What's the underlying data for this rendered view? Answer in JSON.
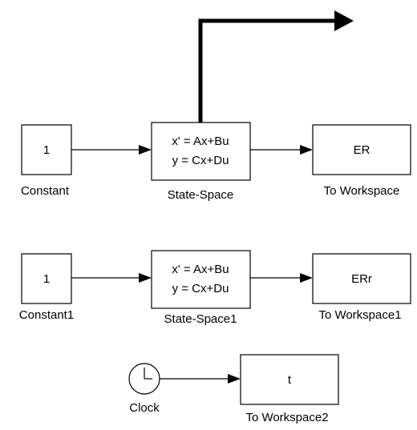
{
  "diagram": {
    "blocks": {
      "constant": {
        "value": "1",
        "label": "Constant"
      },
      "state_space": {
        "line1": "x' = Ax+Bu",
        "line2": "y = Cx+Du",
        "label": "State-Space"
      },
      "to_workspace": {
        "var": "ER",
        "label": "To Workspace"
      },
      "constant1": {
        "value": "1",
        "label": "Constant1"
      },
      "state_space1": {
        "line1": "x' = Ax+Bu",
        "line2": "y = Cx+Du",
        "label": "State-Space1"
      },
      "to_workspace1": {
        "var": "ERr",
        "label": "To Workspace1"
      },
      "clock": {
        "label": "Clock"
      },
      "to_workspace2": {
        "var": "t",
        "label": "To Workspace2"
      }
    }
  }
}
